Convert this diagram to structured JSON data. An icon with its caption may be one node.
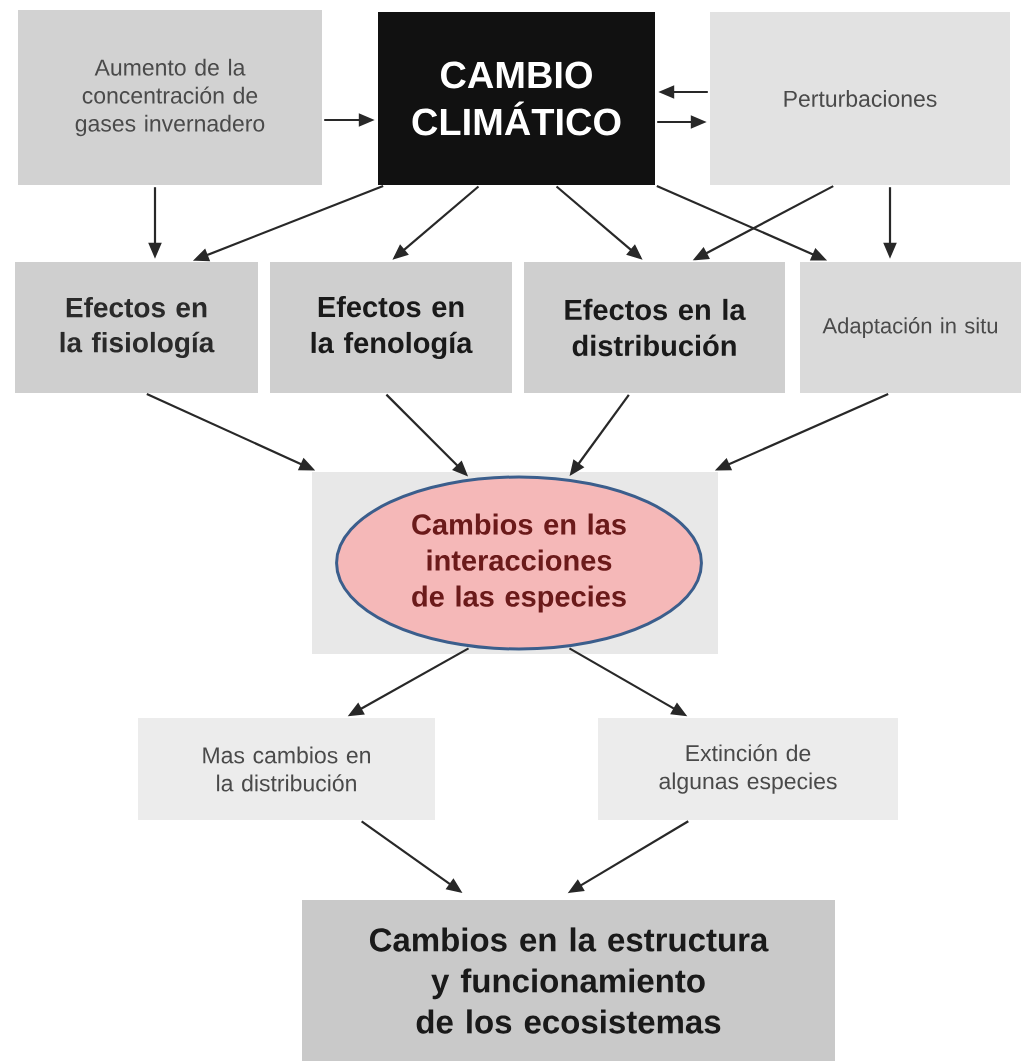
{
  "diagram": {
    "nodes": [
      {
        "text": [
          "Aumento de la concentración de gases invernadero"
        ]
      },
      {
        "text": [
          "CAMBIO CLIMÁTICO"
        ]
      },
      {
        "text": [
          "Perturbaciones"
        ]
      },
      {
        "text": [
          "Efectos en la fisiología"
        ]
      },
      {
        "text": [
          "Efectos en la fenología"
        ]
      },
      {
        "text": [
          "Efectos en la distribución"
        ]
      },
      {
        "text": [
          "Adaptación in situ"
        ]
      },
      {
        "text": [],
        "shape": "box"
      },
      {
        "text": [
          "Cambios en las interacciones de las especies"
        ],
        "in": 7
      },
      {
        "text": [
          "Mas cambios en la distribución"
        ]
      },
      {
        "text": [
          "Extinción de algunas especies"
        ]
      },
      {
        "text": [
          "Cambios en la estructura y funcionamiento de los ecosistemas"
        ]
      }
    ],
    "edges": [
      {
        "from": 0,
        "to": 1,
        "arrow": "to"
      },
      {
        "from": 2,
        "to": 1,
        "arrow": "to"
      },
      {
        "from": 1,
        "to": 2,
        "arrow": "to"
      },
      {
        "from": 0,
        "to": 3,
        "arrow": "to"
      },
      {
        "from": 1,
        "to": 3,
        "arrow": "to"
      },
      {
        "from": 1,
        "to": 4,
        "arrow": "to"
      },
      {
        "from": 1,
        "to": 5,
        "arrow": "to"
      },
      {
        "from": 1,
        "to": 6,
        "arrow": "to"
      },
      {
        "from": 2,
        "to": 5,
        "arrow": "to"
      },
      {
        "from": 2,
        "to": 6,
        "arrow": "to"
      },
      {
        "from": 3,
        "to": 7,
        "arrow": "to"
      },
      {
        "from": 4,
        "to": 8,
        "arrow": "to"
      },
      {
        "from": 5,
        "to": 8,
        "arrow": "to"
      },
      {
        "from": 6,
        "to": 7,
        "arrow": "to"
      },
      {
        "from": 8,
        "to": 9,
        "arrow": "to"
      },
      {
        "from": 8,
        "to": 10,
        "arrow": "to"
      },
      {
        "from": 9,
        "to": 11,
        "arrow": "to"
      },
      {
        "from": 10,
        "to": 11,
        "arrow": "to"
      }
    ]
  }
}
